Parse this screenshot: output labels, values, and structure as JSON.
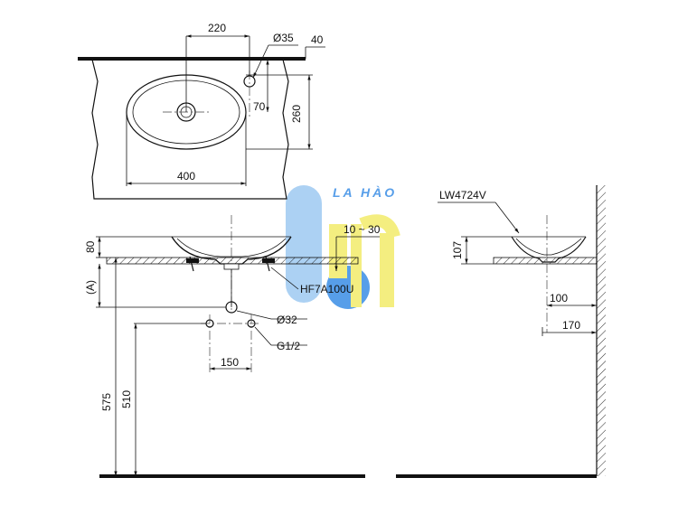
{
  "top_view": {
    "dim_220": "220",
    "dim_dia35": "Ø35",
    "dim_40": "40",
    "dim_70": "70",
    "dim_260": "260",
    "dim_400": "400"
  },
  "front_view": {
    "dim_80": "80",
    "dim_A": "(A)",
    "dim_10_30": "10 ~ 30",
    "part_drain": "HF7A100U",
    "dim_dia32": "Ø32",
    "dim_g12": "G1/2",
    "dim_150": "150",
    "dim_575": "575",
    "dim_510": "510"
  },
  "side_view": {
    "part_basin": "LW4724V",
    "dim_107": "107",
    "dim_100": "100",
    "dim_170": "170"
  },
  "watermark": {
    "text": "LA HÀO",
    "colors": {
      "blue": "#3a8ee6",
      "light_blue": "#9ec9f2",
      "yellow": "#f3ec6a"
    }
  }
}
